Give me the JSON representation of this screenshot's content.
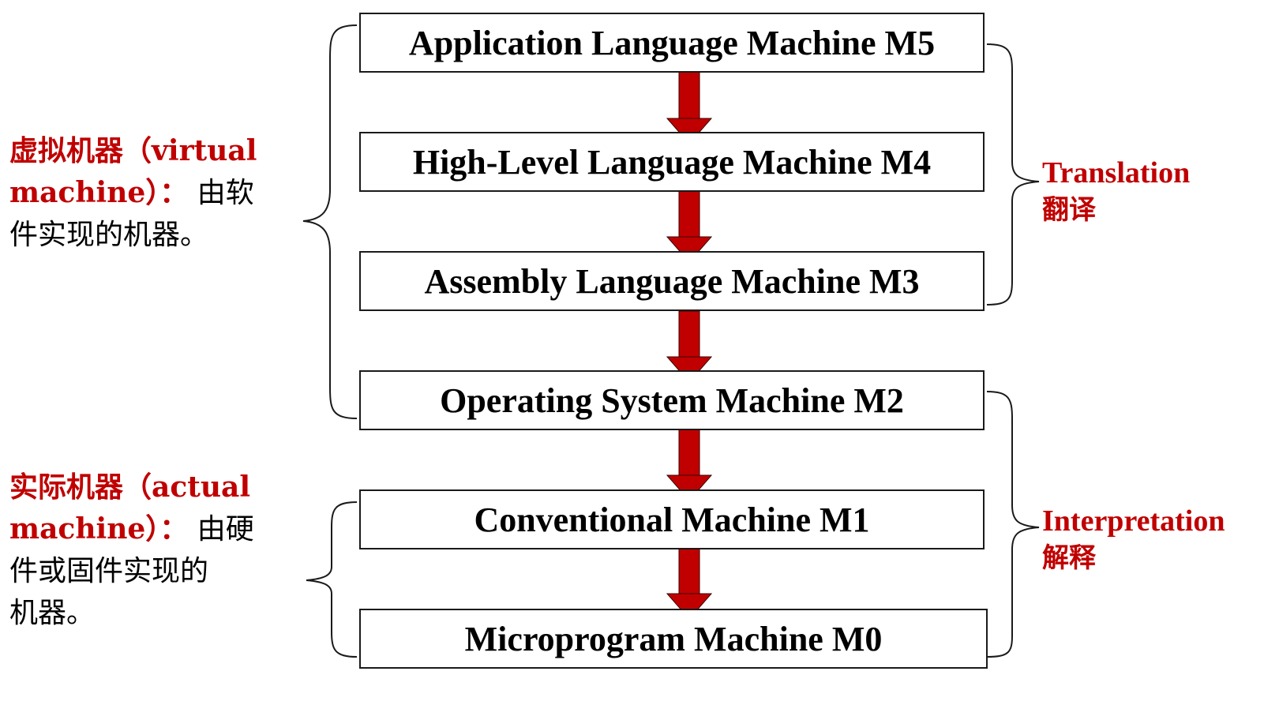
{
  "levels": [
    {
      "label": "Application Language Machine M5"
    },
    {
      "label": "High-Level Language Machine M4"
    },
    {
      "label": "Assembly Language Machine M3"
    },
    {
      "label": "Operating System Machine M2"
    },
    {
      "label": "Conventional Machine M1"
    },
    {
      "label": "Microprogram Machine M0"
    }
  ],
  "virtual_machine": {
    "title_cn": "虚拟机器（virtual",
    "title_en2": "machine）：",
    "desc1": "由软",
    "desc2": "件实现的机器。"
  },
  "actual_machine": {
    "title_cn": "实际机器（actual",
    "title_en2": "machine）：",
    "desc1": "由硬",
    "desc2": "件或固件实现的",
    "desc3": "机器。"
  },
  "translation": {
    "en": "Translation",
    "cn": "翻译"
  },
  "interpretation": {
    "en": "Interpretation",
    "cn": "解释"
  },
  "colors": {
    "accent": "#c00000",
    "arrow": "#c00000",
    "box_border": "#1a1a1a",
    "text": "#000000"
  }
}
